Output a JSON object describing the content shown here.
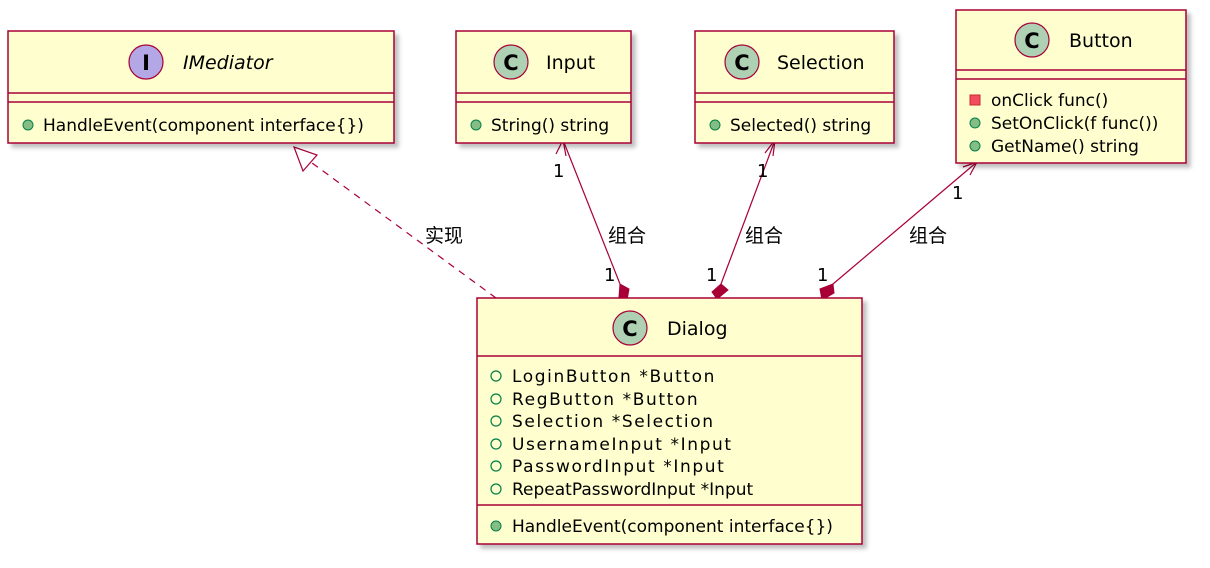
{
  "classes": {
    "imediator": {
      "name": "IMediator",
      "kind": "interface",
      "badge": "I",
      "fields": [],
      "methods": [
        {
          "vis": "public-method",
          "text": "HandleEvent(component interface{})"
        }
      ]
    },
    "input": {
      "name": "Input",
      "kind": "class",
      "badge": "C",
      "fields": [],
      "methods": [
        {
          "vis": "public-method",
          "text": "String() string"
        }
      ]
    },
    "selection": {
      "name": "Selection",
      "kind": "class",
      "badge": "C",
      "fields": [],
      "methods": [
        {
          "vis": "public-method",
          "text": "Selected() string"
        }
      ]
    },
    "button": {
      "name": "Button",
      "kind": "class",
      "badge": "C",
      "fields": [],
      "methods": [
        {
          "vis": "private-field",
          "text": "onClick func()"
        },
        {
          "vis": "public-method",
          "text": "SetOnClick(f func())"
        },
        {
          "vis": "public-method",
          "text": "GetName() string"
        }
      ]
    },
    "dialog": {
      "name": "Dialog",
      "kind": "class",
      "badge": "C",
      "fields": [
        {
          "vis": "public-field",
          "text": "LoginButton *Button"
        },
        {
          "vis": "public-field",
          "text": "RegButton *Button"
        },
        {
          "vis": "public-field",
          "text": "Selection *Selection"
        },
        {
          "vis": "public-field",
          "text": "UsernameInput *Input"
        },
        {
          "vis": "public-field",
          "text": "PasswordInput *Input"
        },
        {
          "vis": "public-field",
          "text": "RepeatPasswordInput *Input"
        }
      ],
      "methods": [
        {
          "vis": "public-method",
          "text": "HandleEvent(component interface{})"
        }
      ]
    }
  },
  "relations": {
    "realization": {
      "label": "实现"
    },
    "input_comp": {
      "label": "组合",
      "from_mult": "1",
      "to_mult": "1"
    },
    "selection_comp": {
      "label": "组合",
      "from_mult": "1",
      "to_mult": "1"
    },
    "button_comp": {
      "label": "组合",
      "from_mult": "1",
      "to_mult": "1"
    }
  },
  "colors": {
    "class_fill": "#FEFECE",
    "border": "#A80036",
    "class_badge": "#ADD1B2",
    "interface_badge": "#B4A7E5",
    "public_method": "#84BE84",
    "public_field": "#038048",
    "private_field": "#C82930",
    "private_fill": "#F24D5C",
    "shadow": "#d9d9d9"
  }
}
